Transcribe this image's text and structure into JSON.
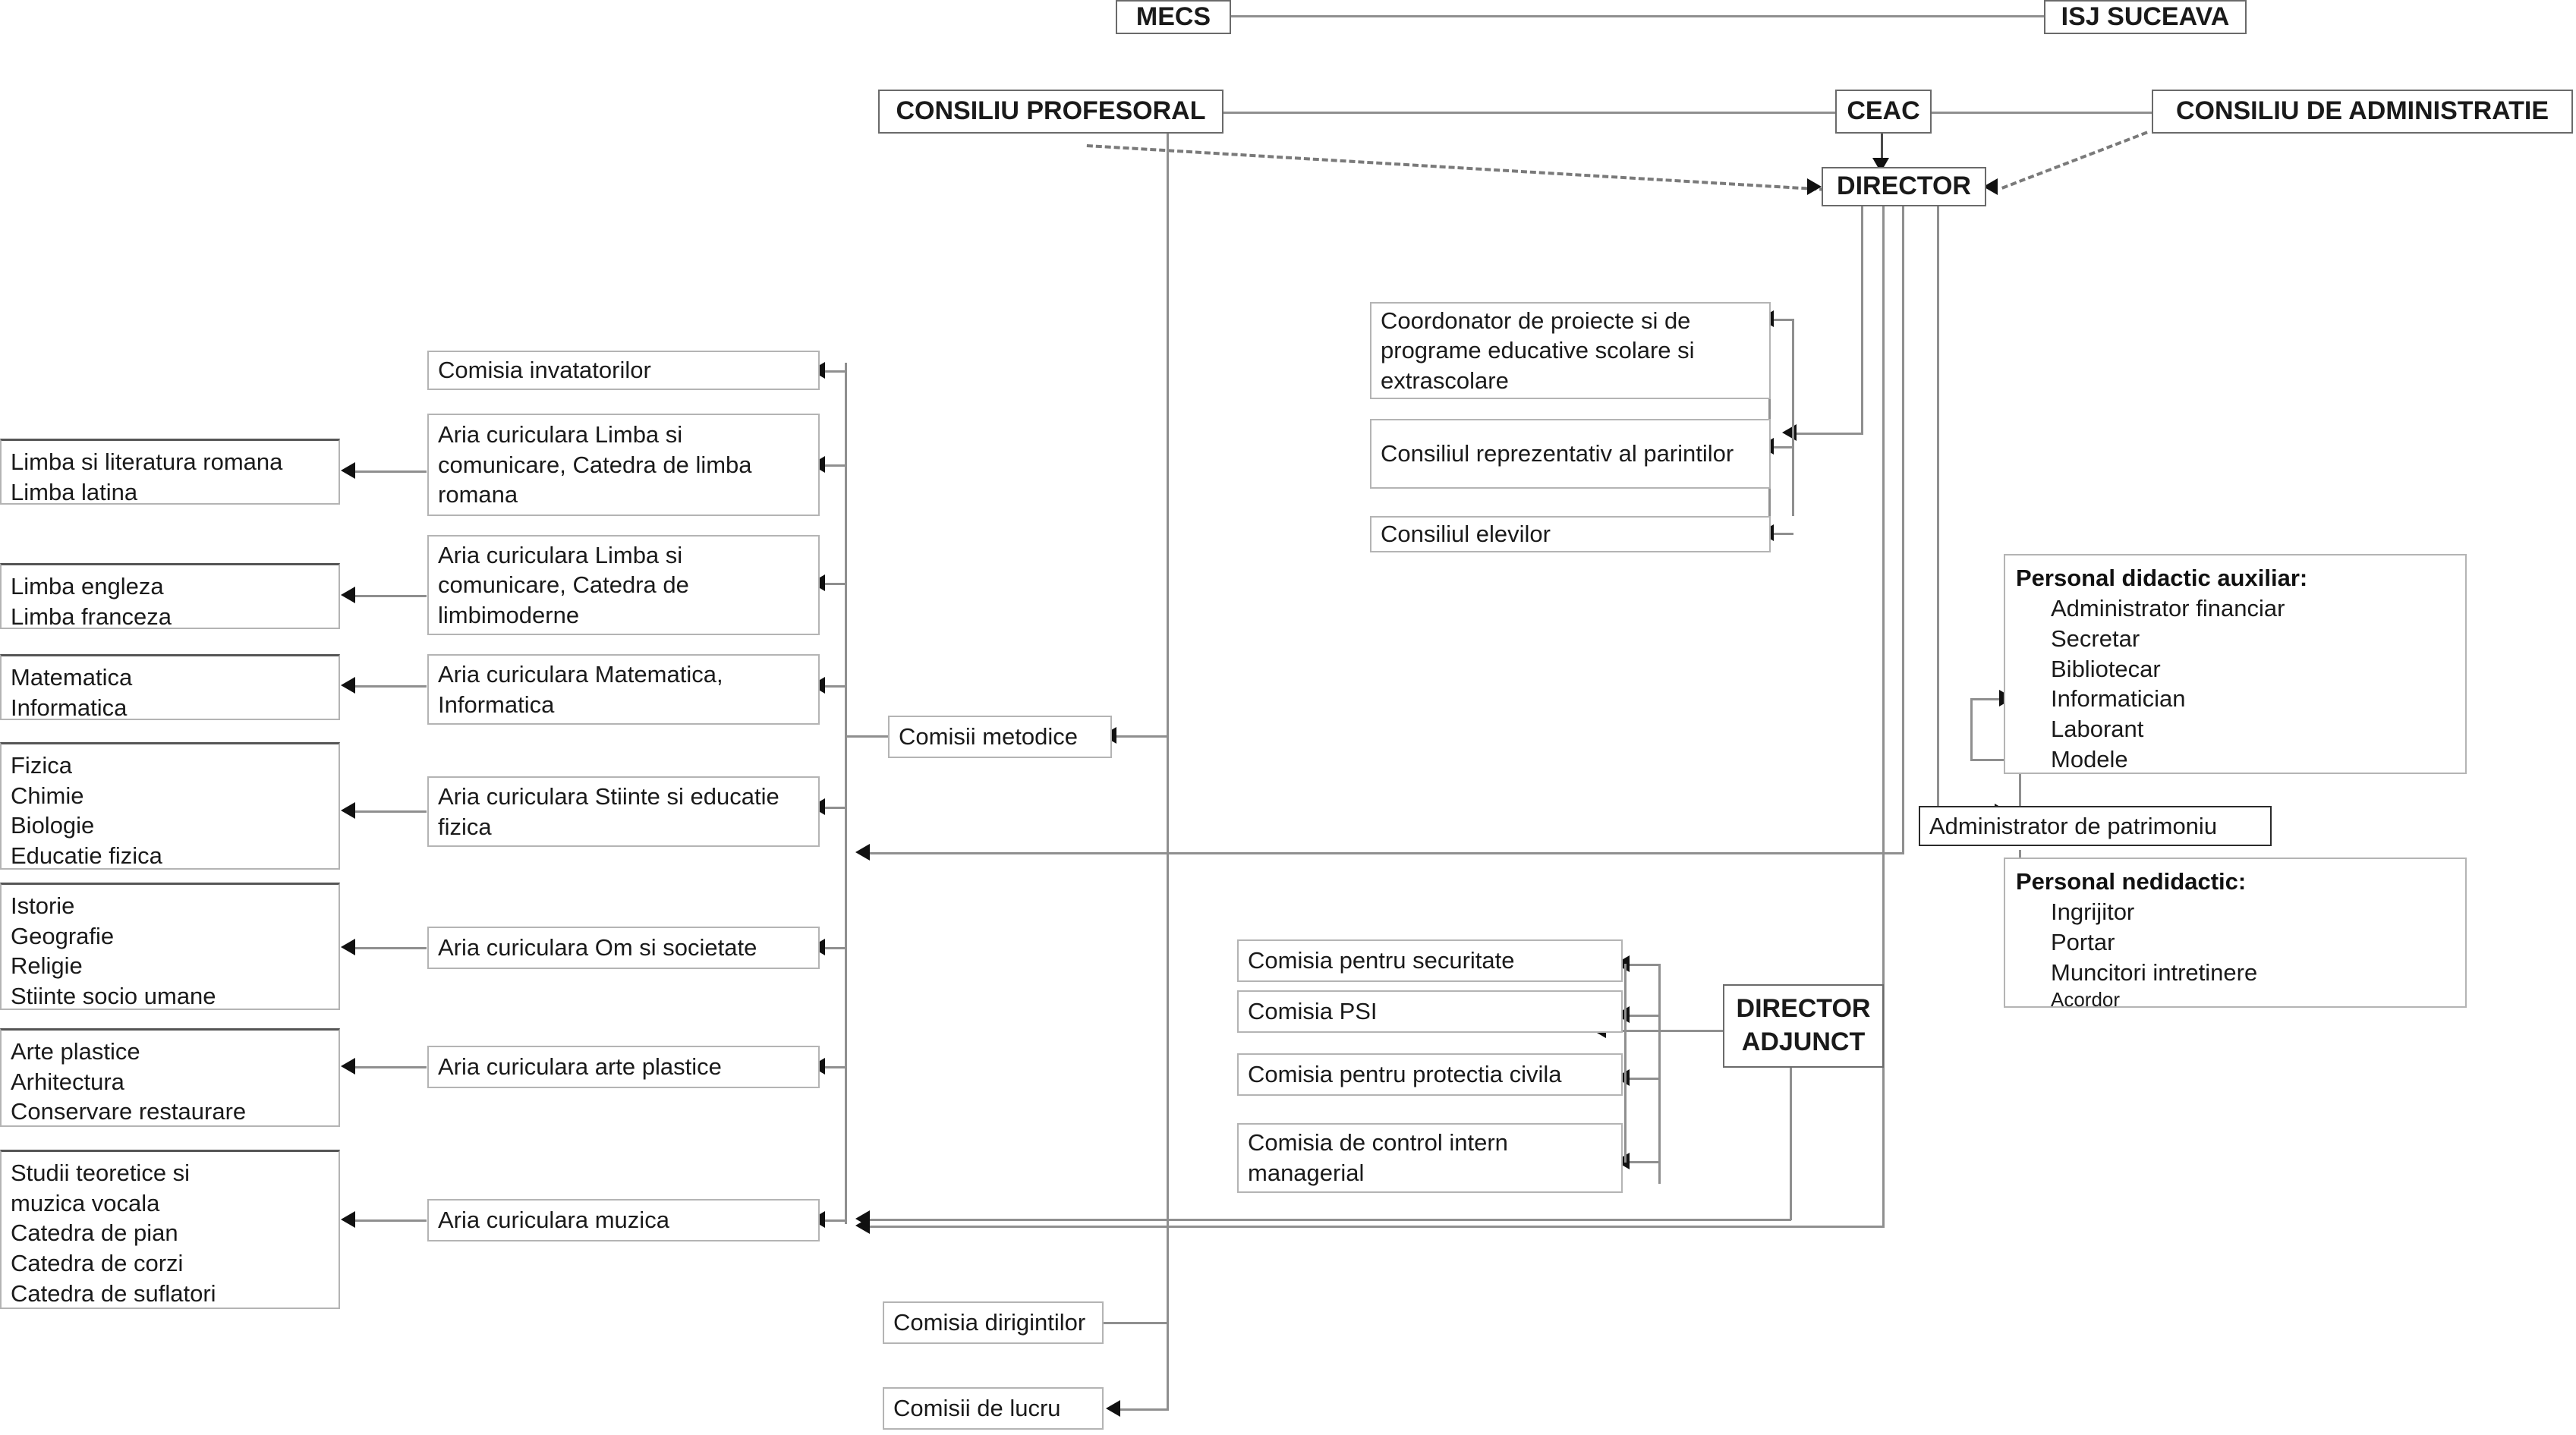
{
  "chart_type": "organizational-chart",
  "language": "ro",
  "colors": {
    "box_border": "#b4b4b4",
    "box_border_dark": "#6a6a6a",
    "line": "#8f8f8f",
    "arrow": "#111111",
    "text": "#1a1a1a",
    "background": "#ffffff"
  },
  "top_level": {
    "mecs": "MECS",
    "isj": "ISJ SUCEAVA"
  },
  "second_level": {
    "consiliu_profesoral": "CONSILIU PROFESORAL",
    "ceac": "CEAC",
    "consiliu_administratie": "CONSILIU DE ADMINISTRATIE"
  },
  "leadership": {
    "director": "DIRECTOR",
    "director_adjunct": "DIRECTOR\nADJUNCT"
  },
  "director_units": [
    "Coordonator de proiecte si de programe educative scolare si extrascolare",
    "Consiliul reprezentativ al parintilor",
    "Consiliul elevilor"
  ],
  "commissions_hub": {
    "comisii_metodice": "Comisii metodice",
    "comisia_invatatorilor": "Comisia invatatorilor",
    "comisia_dirigintilor": "Comisia dirigintilor",
    "comisii_de_lucru": "Comisii de lucru"
  },
  "curricular_areas": [
    "Aria curiculara Limba si comunicare, Catedra de limba romana",
    "Aria curiculara Limba si comunicare, Catedra de limbimoderne",
    "Aria curiculara Matematica, Informatica",
    "Aria curiculara Stiinte si educatie fizica",
    "Aria curiculara Om si societate",
    "Aria curiculara arte plastice",
    "Aria curiculara muzica"
  ],
  "subjects": [
    "Limba si literatura romana\nLimba latina",
    "Limba engleza\nLimba franceza",
    "Matematica\nInformatica",
    "Fizica\nChimie\nBiologie\nEducatie fizica",
    "Istorie\nGeografie\nReligie\nStiinte socio umane",
    "Arte plastice\nArhitectura\nConservare restaurare",
    "Studii teoretice si\nmuzica vocala\nCatedra de pian\nCatedra de corzi\nCatedra de suflatori"
  ],
  "adjunct_commissions": [
    "Comisia pentru securitate",
    "Comisia PSI",
    "Comisia pentru protectia civila",
    "Comisia de control intern managerial"
  ],
  "staff_panels": {
    "auxiliary": {
      "title": "Personal didactic auxiliar:",
      "items": [
        "Administrator financiar",
        "Secretar",
        "Bibliotecar",
        "Informatician",
        "Laborant",
        "Modele"
      ]
    },
    "administrator_patrimoniu": "Administrator de patrimoniu",
    "non_teaching": {
      "title": "Personal nedidactic:",
      "items": [
        "Ingrijitor",
        "Portar",
        "Muncitori intretinere",
        "Acordor"
      ]
    }
  }
}
